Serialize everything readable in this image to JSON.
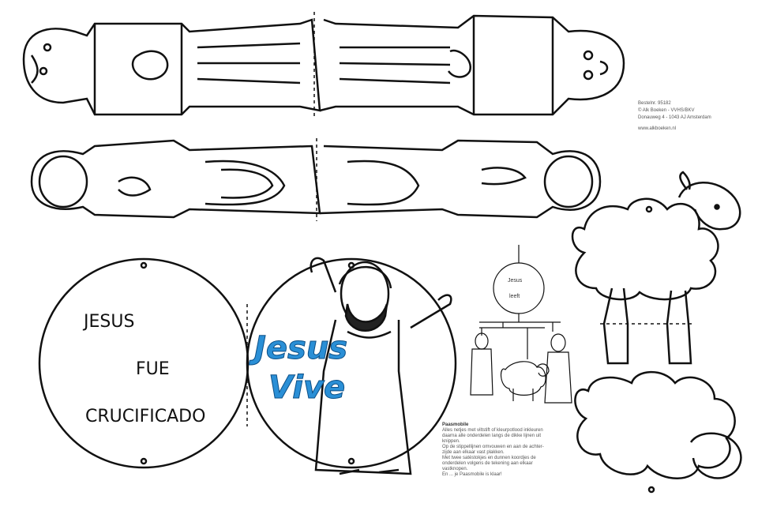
{
  "circle_left": {
    "line1": "JESUS",
    "line2": "FUE",
    "line3": "CRUCIFICADO"
  },
  "circle_right": {
    "title_line1": "Jesus",
    "title_line2": "Vive"
  },
  "publisher": {
    "line1": "Bestelnr. 95182",
    "line2": "© Alk Boeken - VVHS/BKV",
    "line3": "Donauweg 4 - 1043 AJ Amsterdam",
    "line4": "www.alkboeken.nl"
  },
  "instructions": {
    "title": "Paasmobile",
    "line1": "Alles netjes met viltstift of kleurpotlood inkleuren",
    "line2": "daarna alle onderdelen langs de dikke lijnen uit",
    "line3": "knippen.",
    "line4": "Op de stippellijnen omvouwen en aan de achter-",
    "line5": "zijde aan elkaar vast plakken.",
    "line6": "Met twee satéstokjes en dunnen koordjes de",
    "line7": "onderdelen volgens de tekening aan elkaar",
    "line8": "vastknopen.",
    "line9": "En ... je Paasmobile is klaar!"
  },
  "mini_badge": {
    "text1": "Jesus",
    "text2": "leeft"
  },
  "colors": {
    "line": "#111111",
    "accent": "#2a8fd6"
  }
}
